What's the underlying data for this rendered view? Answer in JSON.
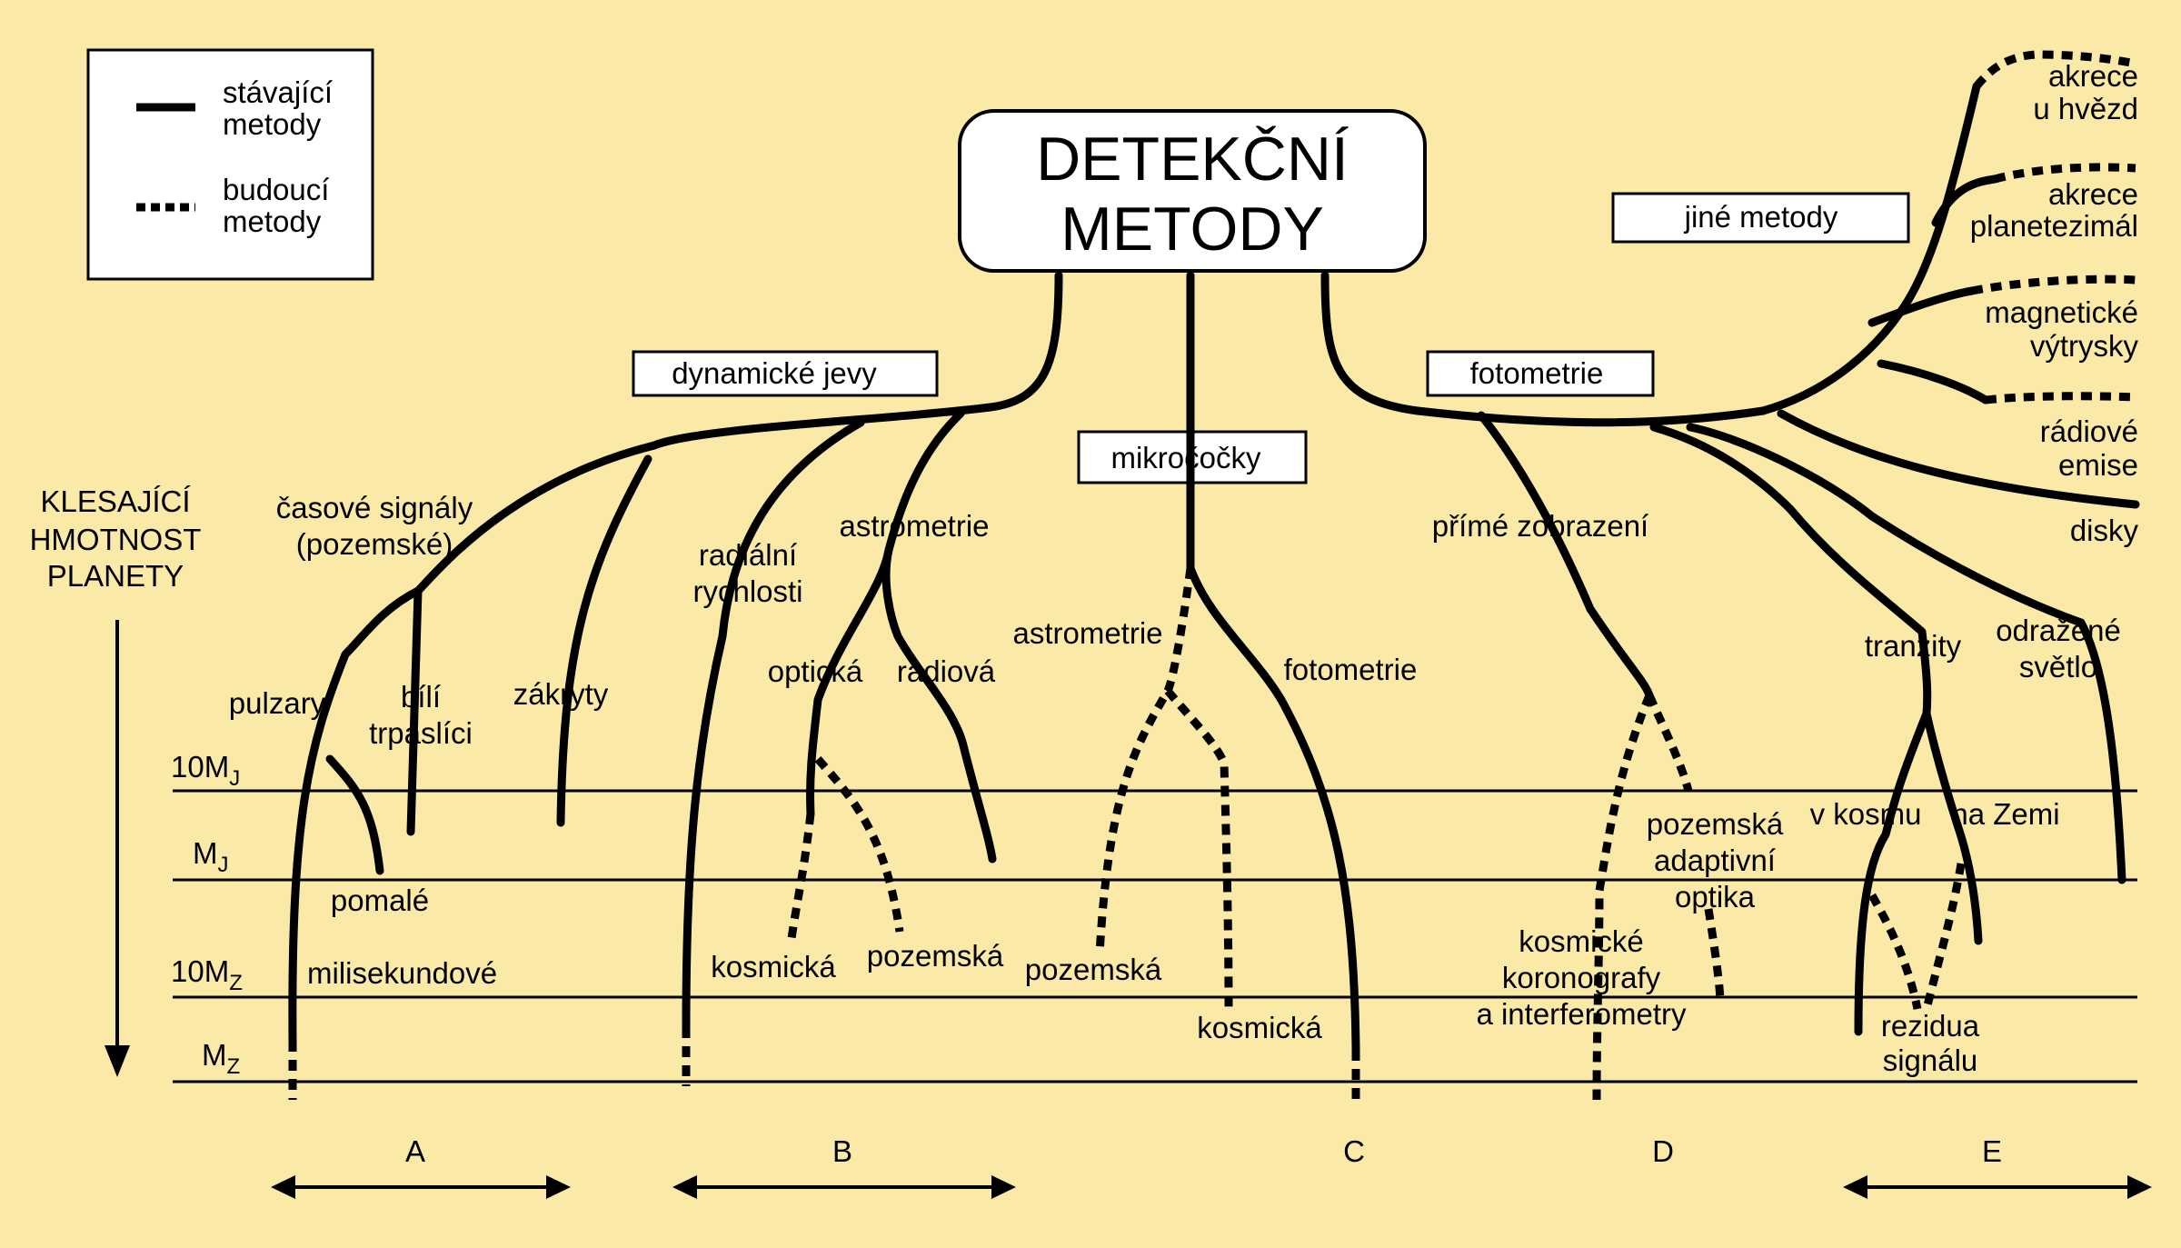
{
  "title": [
    "DETEKČNÍ",
    "METODY"
  ],
  "legend": {
    "existing": [
      "stávající",
      "metody"
    ],
    "future": [
      "budoucí",
      "metody"
    ]
  },
  "axis": [
    "KLESAJÍCÍ",
    "HMOTNOST",
    "PLANETY"
  ],
  "levels": [
    {
      "main": "10M",
      "sub": "J"
    },
    {
      "main": "M",
      "sub": "J"
    },
    {
      "main": "10M",
      "sub": "Z"
    },
    {
      "main": "M",
      "sub": "Z"
    }
  ],
  "categories": {
    "dynamic": "dynamické jevy",
    "microlensing": "mikročočky",
    "photometry": "fotometrie",
    "other": "jiné metody"
  },
  "labels": {
    "timing": [
      "časové signály",
      "(pozemské)"
    ],
    "pulsars": "pulzary",
    "white_dwarfs": [
      "bílí",
      "trpaslíci"
    ],
    "eclipses": "zákryty",
    "slow": "pomalé",
    "millisecond": "milisekundové",
    "radial_velocity": [
      "radiální",
      "rychlosti"
    ],
    "astrometry": "astrometrie",
    "optical": "optická",
    "radio": "radiová",
    "space_b": "kosmická",
    "ground_b": "pozemská",
    "micro_astrometry": "astrometrie",
    "micro_photometry": "fotometrie",
    "micro_ground": "pozemská",
    "micro_space": "kosmická",
    "direct_imaging": "přímé zobrazení",
    "adaptive_optics": [
      "pozemská",
      "adaptivní",
      "optika"
    ],
    "coronagraphs": [
      "kosmické",
      "koronografy",
      "a interferometry"
    ],
    "transits": "tranzity",
    "reflected_light": [
      "odražené",
      "světlo"
    ],
    "in_space": "v kosmu",
    "on_earth": "na Zemi",
    "signal_residuals": [
      "rezidua",
      "signálu"
    ],
    "accretion_stars": [
      "akrece",
      "u hvězd"
    ],
    "accretion_planetesimals": [
      "akrece",
      "planetezimál"
    ],
    "magnetic_flares": [
      "magnetické",
      "výtrysky"
    ],
    "radio_emission": [
      "rádiové",
      "emise"
    ],
    "disks": "disky"
  },
  "groups": [
    "A",
    "B",
    "C",
    "D",
    "E"
  ]
}
